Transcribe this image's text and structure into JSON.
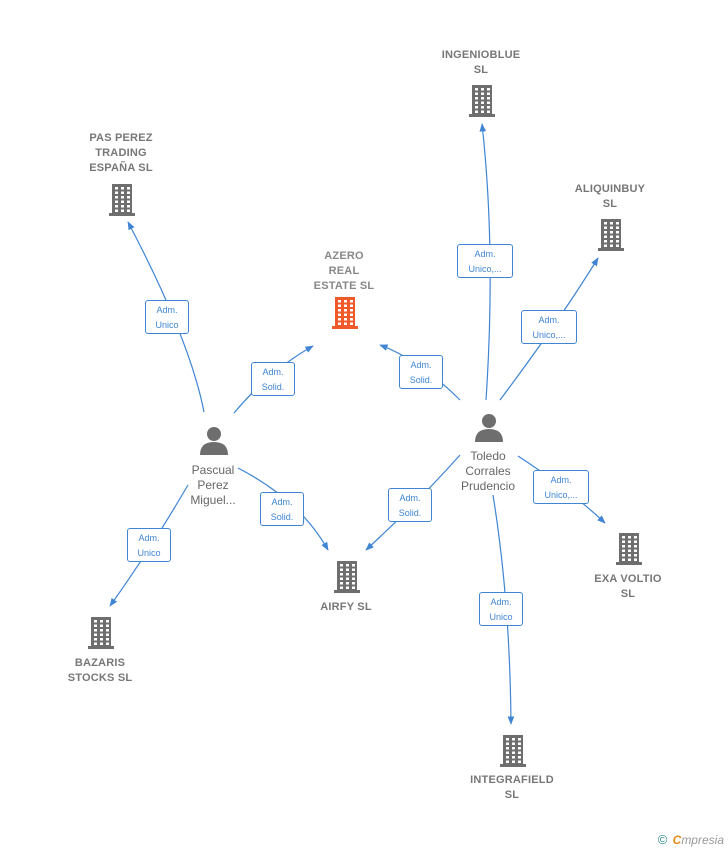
{
  "colors": {
    "edge": "#3f85d3",
    "company": "#6e6e6e",
    "focus_company": "#f0592a",
    "person": "#6e6e6e"
  },
  "companies": [
    {
      "id": "azero",
      "name": "AZERO\nREAL\nESTATE  SL",
      "focus": true
    },
    {
      "id": "pasperez",
      "name": "PAS PEREZ\nTRADING\nESPAÑA SL"
    },
    {
      "id": "ingenioblue",
      "name": "INGENIOBLUE\nSL"
    },
    {
      "id": "aliquinbuy",
      "name": "ALIQUINBUY\nSL"
    },
    {
      "id": "airfy",
      "name": "AIRFY  SL"
    },
    {
      "id": "exavoltio",
      "name": "EXA VOLTIO\nSL"
    },
    {
      "id": "bazaris",
      "name": "BAZARIS\nSTOCKS  SL"
    },
    {
      "id": "integrafield",
      "name": "INTEGRAFIELD\nSL"
    }
  ],
  "persons": [
    {
      "id": "pascual",
      "name": "Pascual\nPerez\nMiguel..."
    },
    {
      "id": "toledo",
      "name": "Toledo\nCorrales\nPrudencio"
    }
  ],
  "edges": [
    {
      "from": "pascual",
      "to": "pasperez",
      "label": "Adm.\nUnico"
    },
    {
      "from": "pascual",
      "to": "azero",
      "label": "Adm.\nSolid."
    },
    {
      "from": "pascual",
      "to": "airfy",
      "label": "Adm.\nSolid."
    },
    {
      "from": "pascual",
      "to": "bazaris",
      "label": "Adm.\nUnico"
    },
    {
      "from": "toledo",
      "to": "ingenioblue",
      "label": "Adm.\nUnico,..."
    },
    {
      "from": "toledo",
      "to": "aliquinbuy",
      "label": "Adm.\nUnico,..."
    },
    {
      "from": "toledo",
      "to": "azero",
      "label": "Adm.\nSolid."
    },
    {
      "from": "toledo",
      "to": "airfy",
      "label": "Adm.\nSolid."
    },
    {
      "from": "toledo",
      "to": "exavoltio",
      "label": "Adm.\nUnico,..."
    },
    {
      "from": "toledo",
      "to": "integrafield",
      "label": "Adm.\nUnico"
    }
  ],
  "footer": {
    "copyright": "©",
    "brand_first": "C",
    "brand_rest": "mpresia"
  }
}
